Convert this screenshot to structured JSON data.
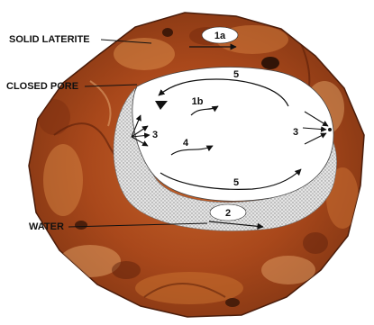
{
  "labels": {
    "solid_laterite": "SOLID LATERITE",
    "closed_pore": "CLOSED PORE",
    "water": "WATER"
  },
  "markers": {
    "m1a": "1a",
    "m1b": "1b",
    "m2": "2",
    "m3_left": "3",
    "m3_right": "3",
    "m4": "4",
    "m5_top": "5",
    "m5_bottom": "5"
  },
  "colors": {
    "laterite_dark": "#7a2e12",
    "laterite_mid": "#b5531f",
    "laterite_light": "#d9793a",
    "laterite_pale": "#e3a46a",
    "pore_fill": "#ffffff",
    "water_fill": "#d4d4d4",
    "ink": "#111111"
  }
}
